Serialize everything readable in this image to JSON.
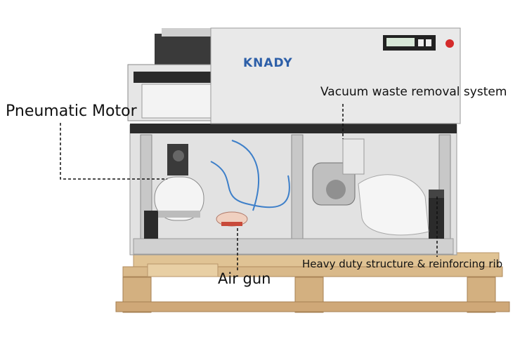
{
  "product": {
    "brand": "KNADY"
  },
  "callouts": {
    "pneumatic_motor": "Pneumatic Motor",
    "vacuum_system": "Vacuum waste removal system",
    "air_gun": "Air gun",
    "reinforcing_rib": "Heavy duty structure & reinforcing rib"
  },
  "colors": {
    "background": "#ffffff",
    "cabinet": "#dcdcdc",
    "frame": "#2b2b2b",
    "pallet": "#d9b98a",
    "brand_text": "#2d5fa8",
    "estop": "#d42b2b"
  }
}
